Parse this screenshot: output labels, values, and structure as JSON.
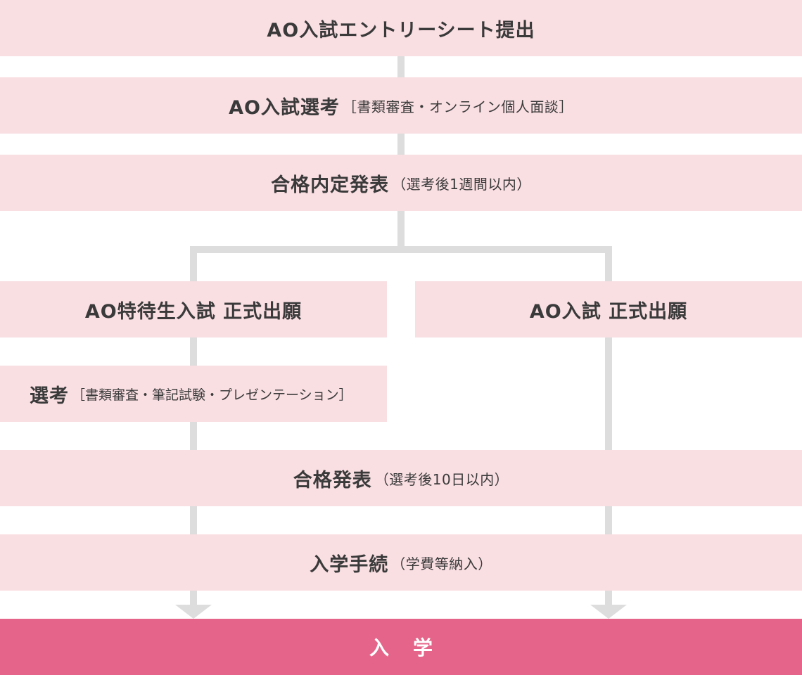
{
  "flow": {
    "step1": {
      "main": "AO入試エントリーシート提出",
      "sub": ""
    },
    "step2": {
      "main": "AO入試選考",
      "sub": "［書類審査・オンライン個人面談］"
    },
    "step3": {
      "main": "合格内定発表",
      "sub": "（選考後1週間以内）"
    },
    "branch_left": {
      "main": "AO特待生入試 正式出願",
      "sub": ""
    },
    "branch_right": {
      "main": "AO入試 正式出願",
      "sub": ""
    },
    "left_selection": {
      "main": "選考",
      "sub": "［書類審査・筆記試験・プレゼンテーション］"
    },
    "step_result": {
      "main": "合格発表",
      "sub": "（選考後10日以内）"
    },
    "step_procedure": {
      "main": "入学手続",
      "sub": "（学費等納入）"
    },
    "final": {
      "main": "入学"
    }
  },
  "colors": {
    "box_fill": "#f9dee2",
    "final_fill": "#e5658a",
    "connector": "#dddddd",
    "text": "#3a3a3a"
  }
}
